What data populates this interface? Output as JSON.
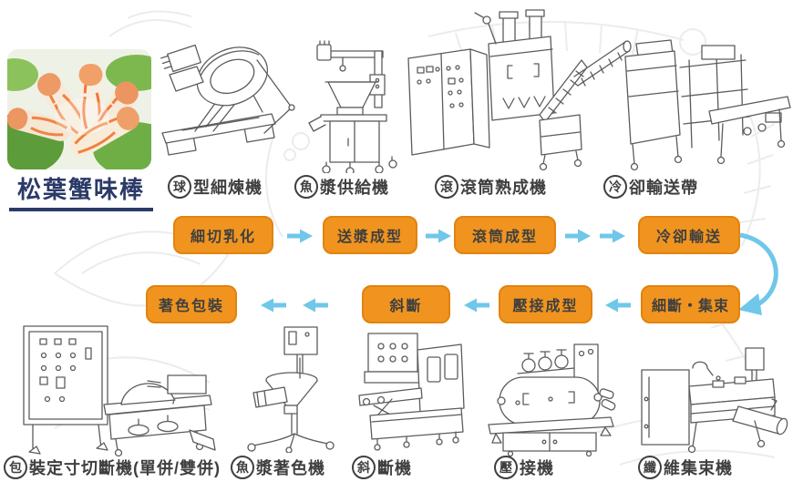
{
  "title": "松葉蟹味棒",
  "colors": {
    "accent_orange": "#F0941F",
    "orange_border": "#E2830D",
    "arrow_blue": "#6FC7E9",
    "title_navy": "#2B3A67",
    "text_dark": "#3F3F3F",
    "lineart_gray": "#5C5C5C"
  },
  "top_machine_labels": [
    {
      "circled": "球",
      "name": "型細煉機"
    },
    {
      "circled": "魚",
      "name": "漿供給機"
    },
    {
      "circled": "滾",
      "name": "滾筒熟成機"
    },
    {
      "circled": "冷",
      "name": "卻輸送帶"
    }
  ],
  "flow_row1": [
    {
      "label": "細切乳化"
    },
    {
      "label": "送漿成型"
    },
    {
      "label": "滾筒成型"
    },
    {
      "label": "冷卻輸送"
    }
  ],
  "flow_row2": [
    {
      "label": "著色包裝"
    },
    {
      "label": "斜斷"
    },
    {
      "label": "壓接成型"
    },
    {
      "label": "細斷・集束"
    }
  ],
  "bottom_machine_labels": [
    {
      "circled": "包",
      "name": "裝定寸切斷機(單併/雙併)"
    },
    {
      "circled": "魚",
      "name": "漿著色機"
    },
    {
      "circled": "斜",
      "name": "斷機"
    },
    {
      "circled": "壓",
      "name": "接機"
    },
    {
      "circled": "纖",
      "name": "維集束機"
    }
  ]
}
